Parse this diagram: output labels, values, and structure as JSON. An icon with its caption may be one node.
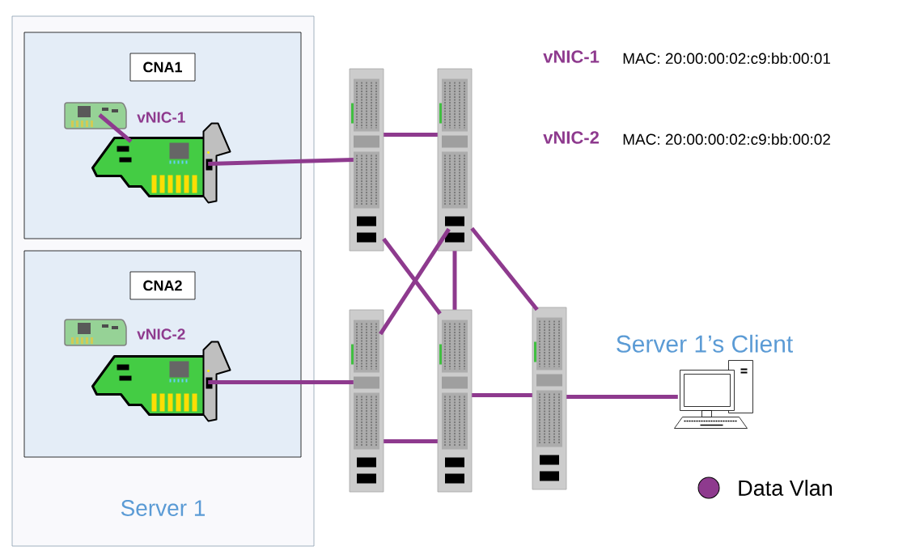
{
  "diagram": {
    "nodes": [
      {
        "text": [
          "Server 1"
        ]
      },
      {
        "text": [
          "CNA1"
        ],
        "in": 0
      },
      {
        "text": [],
        "shape": "picture",
        "in": 1,
        "beside": [
          "vNIC-1"
        ]
      },
      {
        "text": [],
        "shape": "picture",
        "in": 1
      },
      {
        "text": [
          "CNA2"
        ],
        "in": 0
      },
      {
        "text": [],
        "shape": "picture",
        "in": 4,
        "beside": [
          "vNIC-2"
        ]
      },
      {
        "text": [],
        "shape": "picture",
        "in": 4
      },
      {
        "text": [],
        "shape": "picture"
      },
      {
        "text": [],
        "shape": "picture"
      },
      {
        "text": [],
        "shape": "picture"
      },
      {
        "text": [],
        "shape": "picture"
      },
      {
        "text": [],
        "shape": "picture"
      },
      {
        "text": [],
        "shape": "picture",
        "beside": [
          "Server 1’s Client"
        ]
      }
    ],
    "edges": [
      {
        "from": 2,
        "to": 3,
        "arrow": "none"
      },
      {
        "from": 3,
        "to": 7,
        "arrow": "none"
      },
      {
        "from": 6,
        "to": 9,
        "arrow": "none"
      },
      {
        "from": 7,
        "to": 8,
        "arrow": "none"
      },
      {
        "from": 7,
        "to": 10,
        "arrow": "none"
      },
      {
        "from": 8,
        "to": 9,
        "arrow": "none"
      },
      {
        "from": 8,
        "to": 10,
        "arrow": "none"
      },
      {
        "from": 8,
        "to": 11,
        "arrow": "none"
      },
      {
        "from": 9,
        "to": 10,
        "arrow": "none"
      },
      {
        "from": 10,
        "to": 11,
        "arrow": "none"
      },
      {
        "from": 11,
        "to": 12,
        "arrow": "none"
      }
    ],
    "labels": [
      "vNIC-1",
      "MAC: 20:00:00:02:c9:bb:00:01",
      "vNIC-2",
      "MAC: 20:00:00:02:c9:bb:00:02"
    ],
    "legend": [
      {
        "text": "Data Vlan",
        "color": "#8e3a8e"
      }
    ]
  }
}
